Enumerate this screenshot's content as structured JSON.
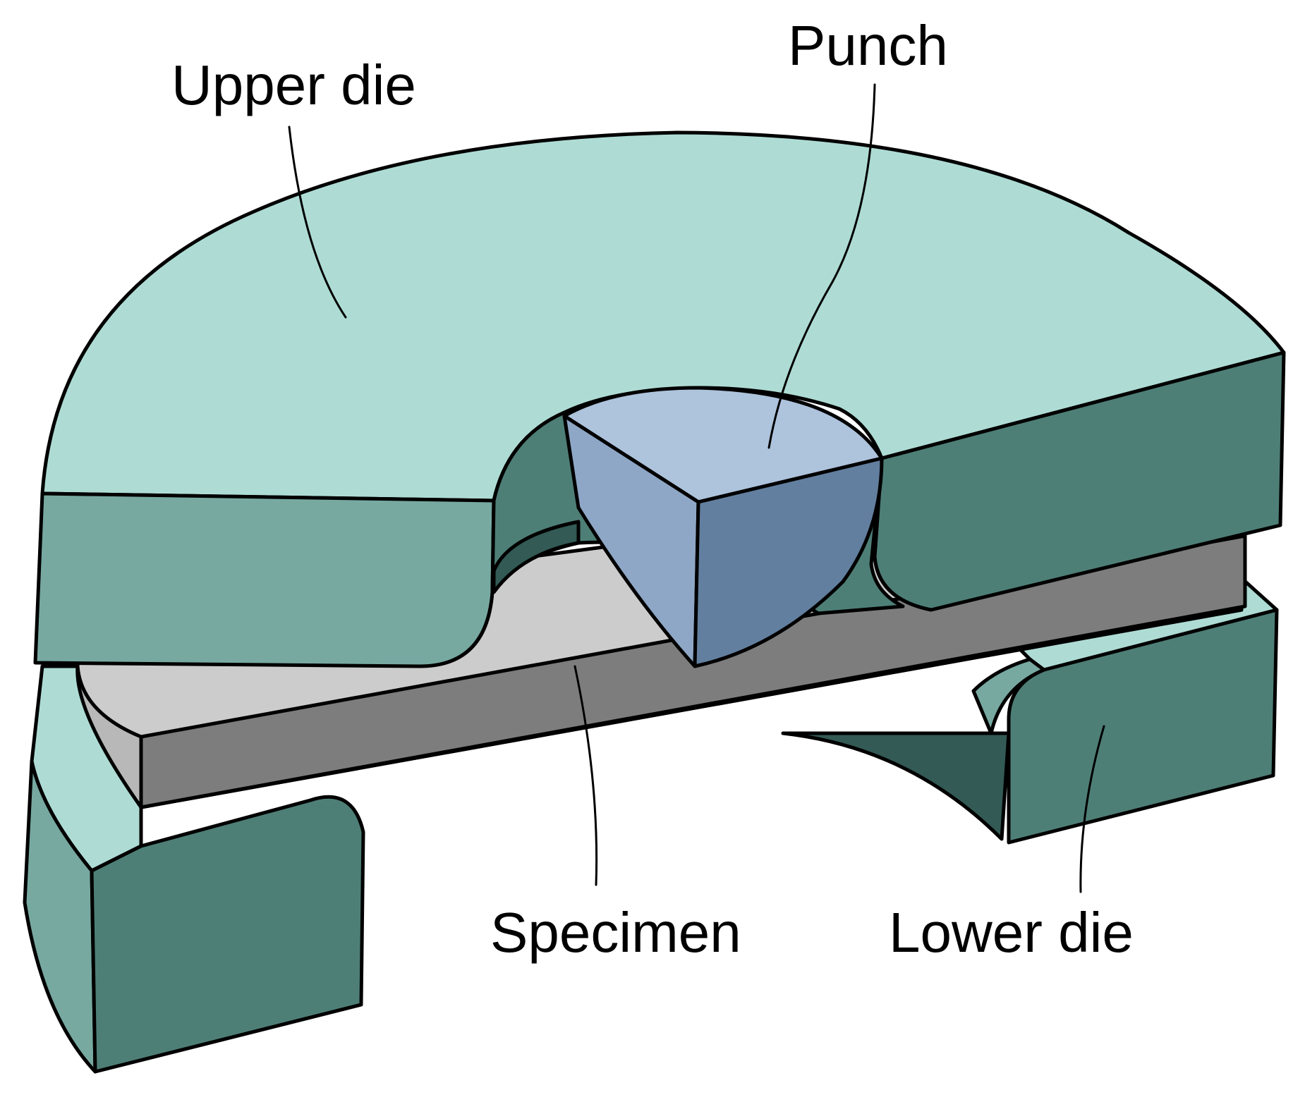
{
  "labels": {
    "upper_die": "Upper die",
    "punch": "Punch",
    "specimen": "Specimen",
    "lower_die": "Lower die"
  },
  "colors": {
    "die_top": "#aedcd5",
    "die_side_light": "#77a9a1",
    "die_side_dark": "#4e7f77",
    "die_shadow": "#335a55",
    "punch_top": "#aec3dc",
    "punch_left": "#8fa7c6",
    "punch_right": "#637f9f",
    "specimen_top": "#cccccc",
    "specimen_side": "#7d7d7d"
  }
}
